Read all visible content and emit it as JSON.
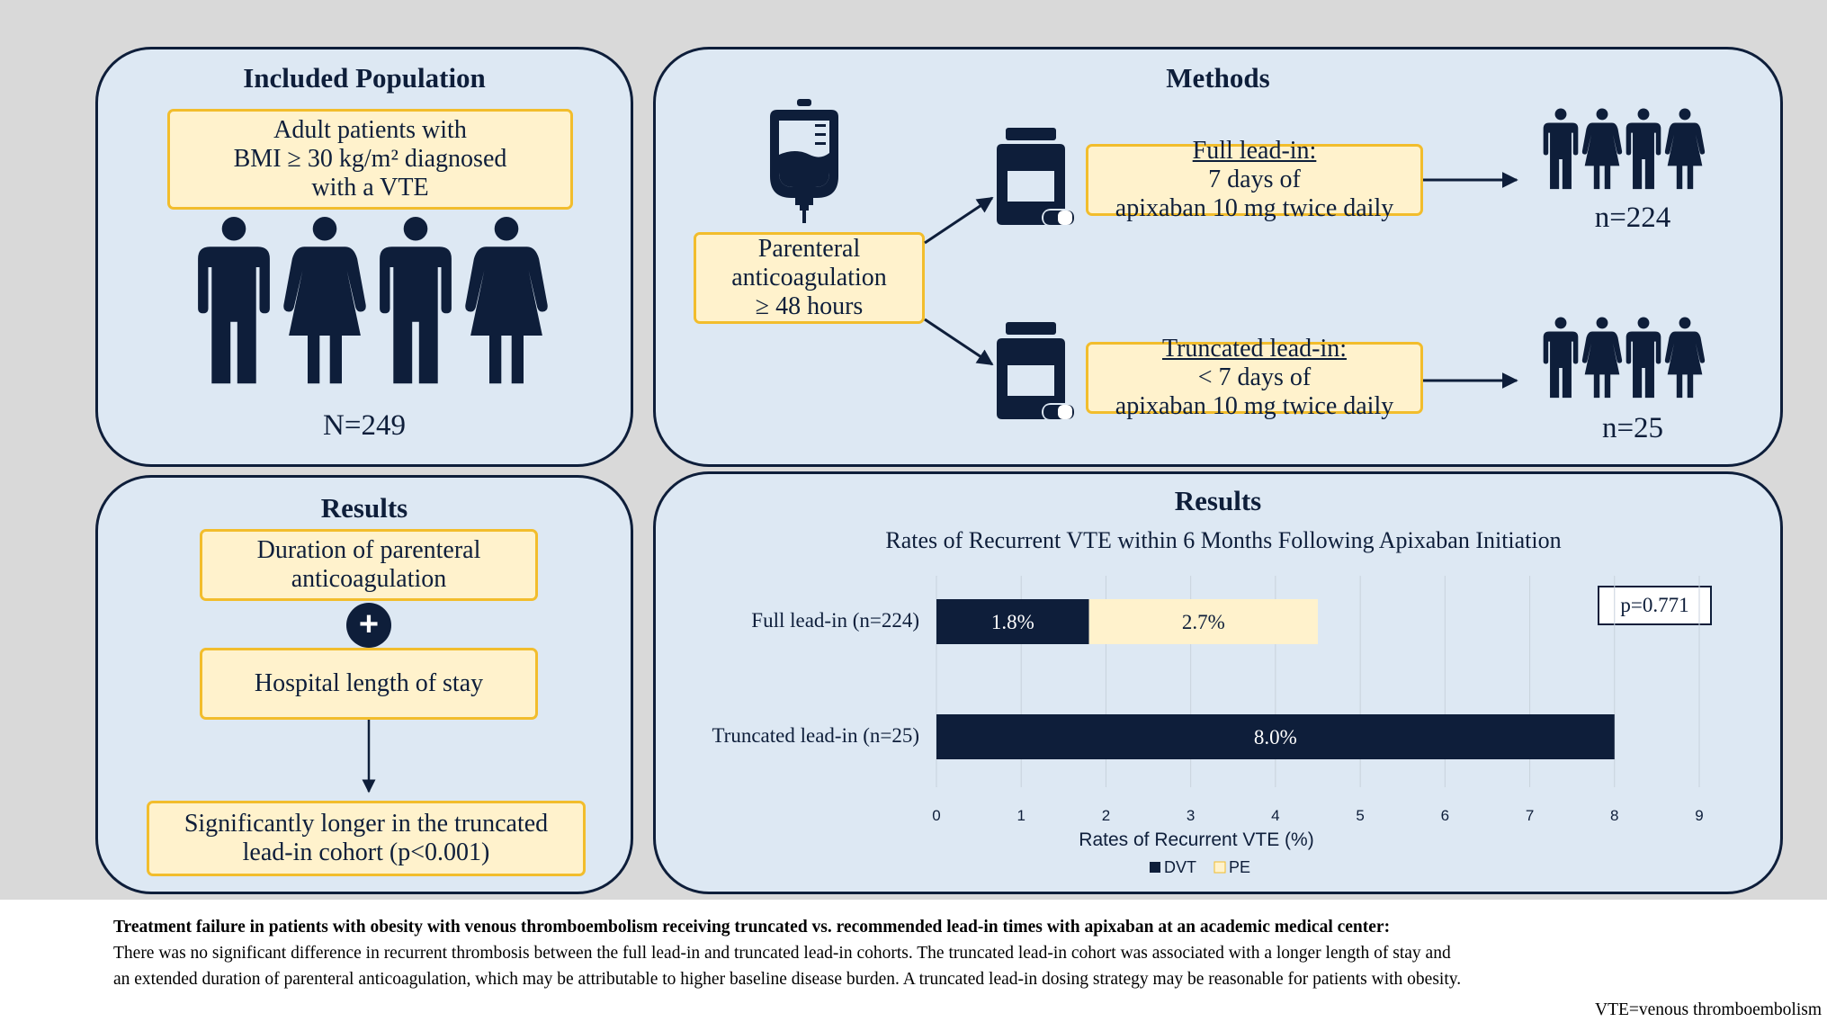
{
  "panel_population": {
    "title": "Included Population",
    "criteria": [
      "Adult patients with",
      "BMI ≥ 30 kg/m² diagnosed",
      "with a VTE"
    ],
    "total": "N=249"
  },
  "panel_methods": {
    "title": "Methods",
    "parenteral": [
      "Parenteral",
      "anticoagulation",
      "≥ 48 hours"
    ],
    "full": {
      "label": "Full lead-in:",
      "rest": " 7 days of",
      "line2": "apixaban 10 mg twice daily",
      "n": "n=224"
    },
    "truncated": {
      "label": "Truncated lead-in:",
      "rest": " < 7 days of",
      "line2": "apixaban 10 mg twice daily",
      "n": "n=25"
    }
  },
  "panel_results_left": {
    "title": "Results",
    "box1": [
      "Duration of parenteral",
      "anticoagulation"
    ],
    "plus": "+",
    "box2": "Hospital length of stay",
    "box3": [
      "Significantly longer in the truncated",
      "lead-in cohort (p<0.001)"
    ]
  },
  "panel_results_right": {
    "title": "Results"
  },
  "chart_data": {
    "type": "bar",
    "orientation": "horizontal",
    "stacked": true,
    "title": "Rates of Recurrent VTE within 6 Months Following Apixaban Initiation",
    "categories": [
      "Full lead-in (n=224)",
      "Truncated lead-in (n=25)"
    ],
    "series": [
      {
        "name": "DVT",
        "values": [
          1.8,
          8.0
        ],
        "labels": [
          "1.8%",
          "8.0%"
        ],
        "color": "#0e1e3a"
      },
      {
        "name": "PE",
        "values": [
          2.7,
          0
        ],
        "labels": [
          "2.7%",
          ""
        ],
        "color": "#fff2cc"
      }
    ],
    "xlabel": "Rates of Recurrent VTE (%)",
    "xlim": [
      0,
      9
    ],
    "xticks": [
      "0",
      "1",
      "2",
      "3",
      "4",
      "5",
      "6",
      "7",
      "8",
      "9"
    ],
    "grid": true,
    "legend_position": "bottom",
    "annotation": "p=0.771"
  },
  "caption": {
    "bold": "Treatment failure in patients with obesity with venous thromboembolism receiving truncated vs. recommended lead-in times with apixaban at an academic medical center:",
    "lines": [
      "There was no significant difference in recurrent thrombosis between the full lead-in and truncated lead-in cohorts. The truncated lead-in cohort was associated with a longer length of stay and",
      "an extended duration of parenteral anticoagulation, which may be attributable to higher baseline disease burden. A truncated lead-in dosing strategy may be reasonable for patients with obesity."
    ]
  },
  "footnote": "VTE=venous thromboembolism",
  "colors": {
    "navy": "#0e1e3a",
    "yellow_fill": "#fff2cc",
    "yellow_border": "#f2bd2c",
    "panel_fill": "#dde8f3",
    "background": "#d9d9d9"
  }
}
